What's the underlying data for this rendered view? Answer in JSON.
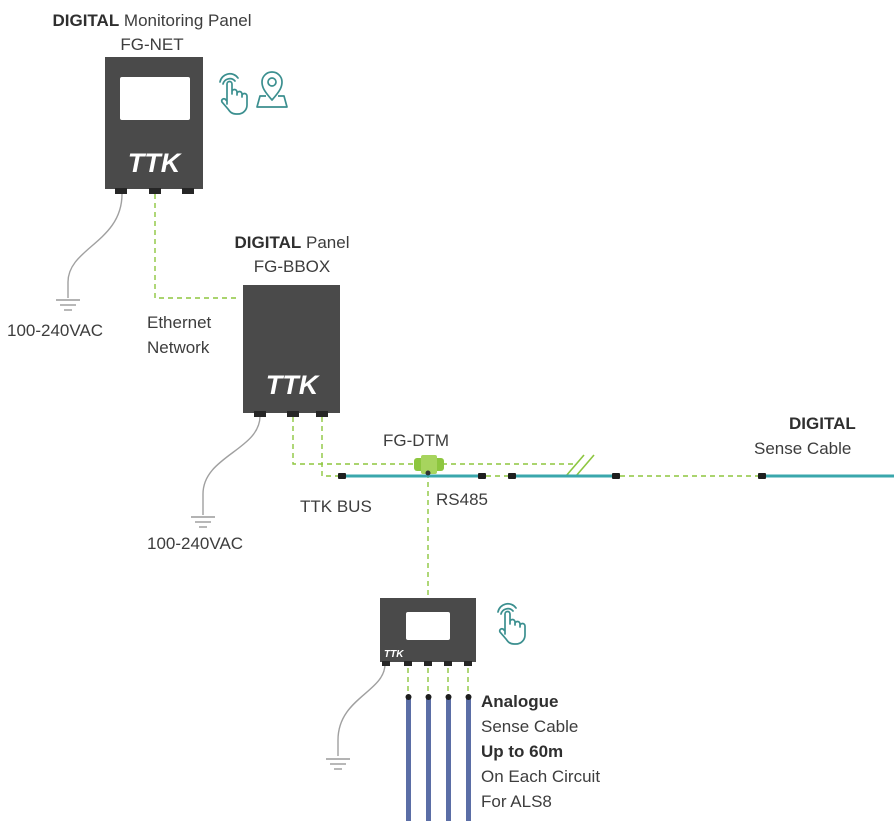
{
  "devices": {
    "monitoring_panel": {
      "title_bold": "DIGITAL",
      "title_rest": " Monitoring Panel",
      "model": "FG-NET",
      "logo": "TTK"
    },
    "panel": {
      "title_bold": "DIGITAL",
      "title_rest": " Panel",
      "model": "FG-BBOX",
      "logo": "TTK"
    },
    "module": {
      "logo": "TTK"
    },
    "dtm": {
      "label": "FG-DTM"
    }
  },
  "labels": {
    "power_1": "100-240VAC",
    "power_2": "100-240VAC",
    "ethernet_line1": "Ethernet",
    "ethernet_line2": "Network",
    "ttk_bus": "TTK BUS",
    "rs485": "RS485",
    "digital_cable_bold": "DIGITAL",
    "digital_cable_rest": "Sense Cable",
    "analogue_bold": "Analogue",
    "analogue_line2": "Sense Cable",
    "analogue_line3_bold": "Up to 60m",
    "analogue_line4": "On Each Circuit",
    "analogue_line5": "For ALS8"
  },
  "icons": [
    "touch-icon",
    "location-pin-icon",
    "touch-icon"
  ],
  "colors": {
    "device": "#4a4a4a",
    "connection": "#8dc63f",
    "digital_cable": "#3aa7ac",
    "analogue_cable": "#5b6ea6",
    "ground_wire": "#a0a0a0",
    "icon": "#3b8f8f"
  }
}
